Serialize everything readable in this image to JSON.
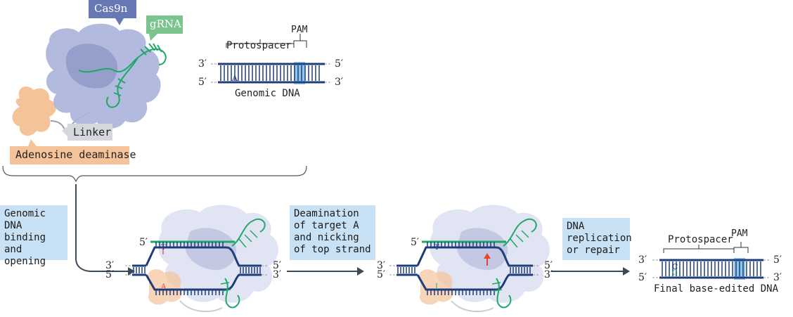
{
  "labels": {
    "cas9n": "Cas9n",
    "grna": "gRNA",
    "linker": "Linker",
    "deaminase": "Adenosine deaminase",
    "protospacer": "Protospacer",
    "pam": "PAM",
    "genomic_dna": "Genomic DNA",
    "final_dna": "Final base-edited DNA",
    "p3": "3′",
    "p5": "5′",
    "base_a": "A",
    "base_t": "T",
    "base_i": "I",
    "base_c": "C",
    "base_g": "G"
  },
  "steps": [
    {
      "text": "Genomic\nDNA\nbinding and\nopening"
    },
    {
      "text": "Deamination\nof target A\nand nicking\nof top strand"
    },
    {
      "text": "DNA\nreplication\nor repair"
    }
  ],
  "colors": {
    "cas9n_body": "#aab3d9",
    "cas9n_label_bg": "#6878b5",
    "grna": "#1fa86a",
    "grna_label_bg": "#7cc48f",
    "deaminase": "#f5c39a",
    "linker_label_bg": "#d4d7dc",
    "dna": "#1f3d7a",
    "pam_highlight": "#8fc7ea",
    "step_box_bg": "#c9e1f5",
    "arrow": "#3a4a5a",
    "nick_arrow": "#e8442b"
  }
}
